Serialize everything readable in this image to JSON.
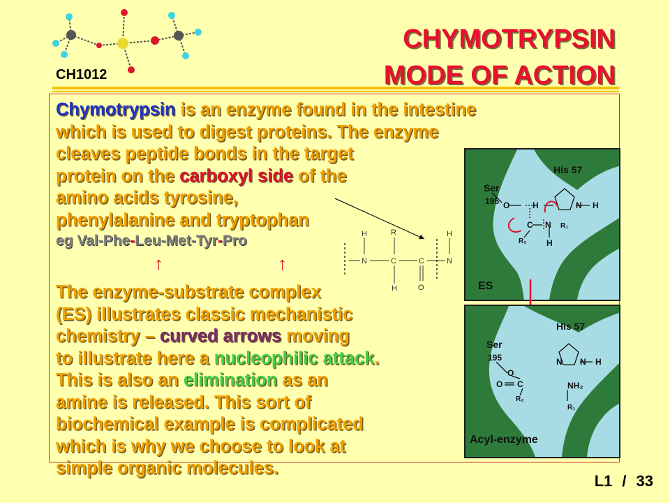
{
  "header": {
    "course_code": "CH1012",
    "title_line1": "CHYMOTRYPSIN",
    "title_line2": "MODE OF ACTION"
  },
  "intro": {
    "term": "Chymotrypsin",
    "text1": " is an enzyme found in the intestine",
    "line2": "which is used to digest proteins. The enzyme",
    "line3": "cleaves peptide bonds in the target",
    "line4a": "protein on the ",
    "highlight": "carboxyl side",
    "line4b": " of the",
    "line5": "amino acids tyrosine,",
    "line6": "phenylalanine and tryptophan"
  },
  "example": {
    "prefix": "eg Val-Phe",
    "dash1": "-",
    "mid": "Leu-Met-Tyr",
    "dash2": "-",
    "suffix": "Pro",
    "arrow_glyph": "↑"
  },
  "structure_labels": {
    "h": "H",
    "r": "R",
    "n": "N",
    "c": "C",
    "o": "O"
  },
  "mechanism": {
    "line1": "The enzyme-substrate complex",
    "line2": "(ES) illustrates classic mechanistic",
    "line3a": "chemistry – ",
    "curved": "curved arrows",
    "line3b": " moving",
    "line4a": "to illustrate here a ",
    "nucleophilic": "nucleophilic attack",
    "line4b": ".",
    "line5a": "This is also an ",
    "elimination": "elimination",
    "line5b": " as an",
    "line6": "amine is released. This sort of",
    "line7": "biochemical example is complicated",
    "line8": "which is why we choose to look at",
    "line9": "simple organic molecules."
  },
  "figure_es": {
    "his": "His 57",
    "ser": "Ser",
    "ser_num": "195",
    "label": "ES",
    "o": "O",
    "h": "H",
    "n": "N",
    "c": "C",
    "r1": "R₁",
    "r2": "R₂"
  },
  "figure_acyl": {
    "his": "His 57",
    "ser": "Ser",
    "ser_num": "195",
    "label": "Acyl-enzyme",
    "o": "O",
    "c": "C",
    "n": "N",
    "h": "H",
    "nh2": "NH₂",
    "r1": "R₁",
    "r2": "R₂"
  },
  "footer": {
    "lecture": "L1",
    "sep": "/",
    "page": "33"
  },
  "colors": {
    "background": "#FFFFB0",
    "body_text": "#F0A000",
    "title": "#E8102E",
    "term_blue": "#1A33CC",
    "accent_red": "#E0102E",
    "purple": "#7A2A6A",
    "green": "#44D044",
    "protein": "#2E7A3A",
    "solvent": "#A8DCE4"
  }
}
